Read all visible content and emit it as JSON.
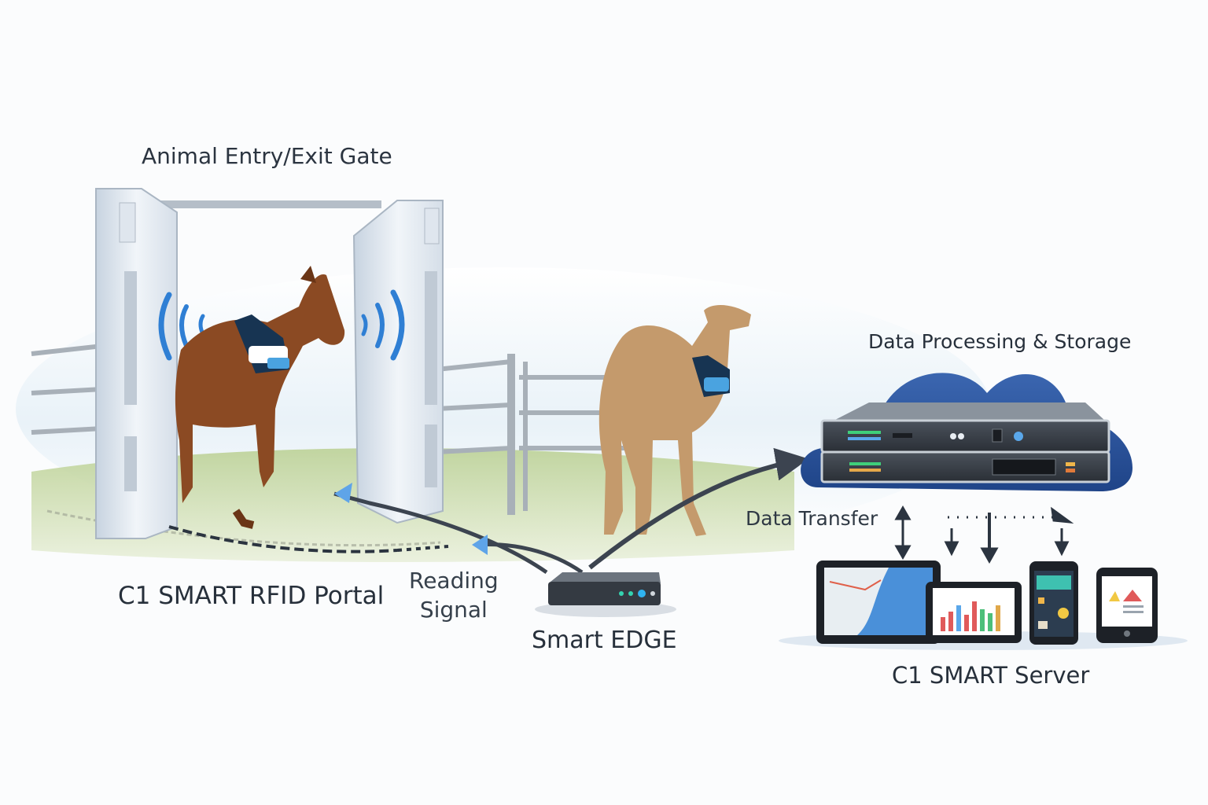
{
  "labels": {
    "gate": "Animal Entry/Exit Gate",
    "portal": "C1 SMART RFID Portal",
    "reading_line1": "Reading",
    "reading_line2": "Signal",
    "edge": "Smart EDGE",
    "processing": "Data Processing & Storage",
    "transfer": "Data Transfer",
    "server": "C1 SMART Server"
  },
  "colors": {
    "signal_blue": "#2f7fd4",
    "cloud_blue": "#2e5aa6",
    "arrow_dark": "#3c4450",
    "text": "#2b3440"
  },
  "icons": [
    "rfid-wave-icon",
    "horse-icon",
    "camel-icon",
    "cloud-icon",
    "server-rack-icon",
    "tablet-icon",
    "phone-icon"
  ]
}
